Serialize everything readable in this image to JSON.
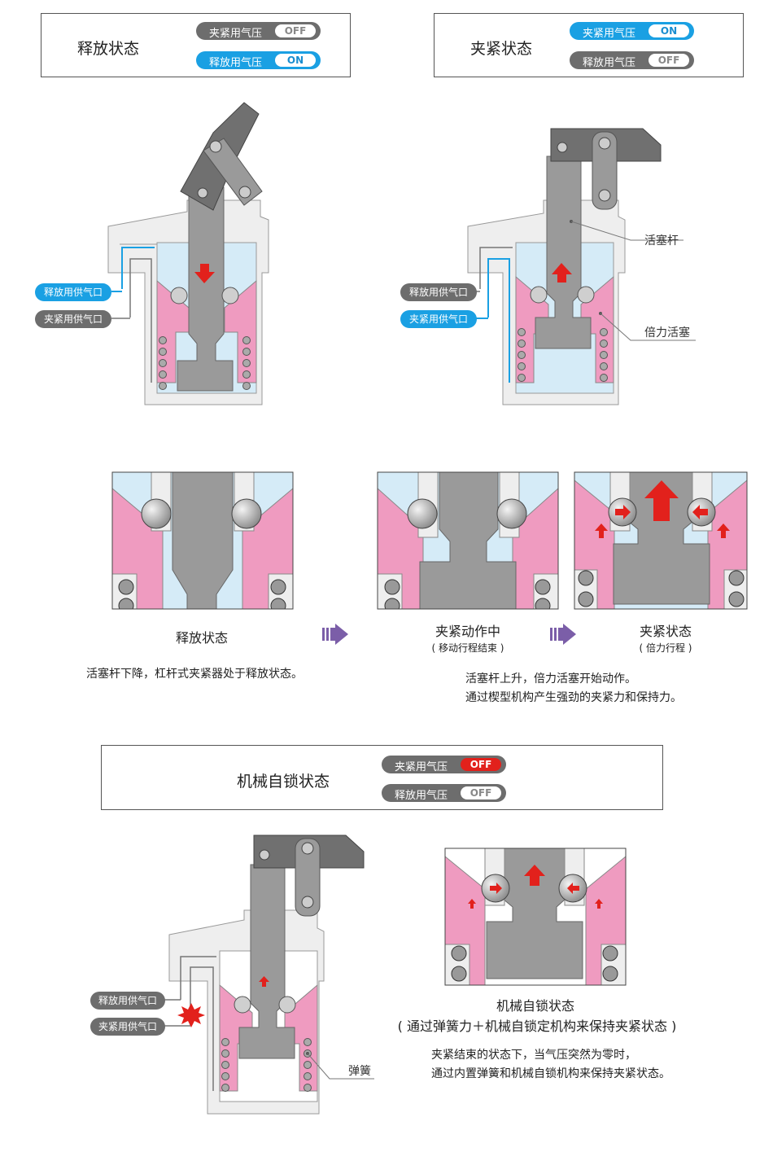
{
  "top_left_box": {
    "title": "释放状态",
    "pills": [
      {
        "label": "夹紧用气压",
        "value": "OFF",
        "style": "gray"
      },
      {
        "label": "释放用气压",
        "value": "ON",
        "style": "blue"
      }
    ]
  },
  "top_right_box": {
    "title": "夹紧状态",
    "pills": [
      {
        "label": "夹紧用气压",
        "value": "ON",
        "style": "blue"
      },
      {
        "label": "释放用气压",
        "value": "OFF",
        "style": "gray"
      }
    ]
  },
  "diagram_release": {
    "ports": [
      {
        "label": "释放用供气口",
        "style": "blue"
      },
      {
        "label": "夹紧用供气口",
        "style": "gray"
      }
    ]
  },
  "diagram_clamp": {
    "ports": [
      {
        "label": "释放用供气口",
        "style": "gray"
      },
      {
        "label": "夹紧用供气口",
        "style": "blue"
      }
    ],
    "callouts": [
      "活塞杆",
      "倍力活塞"
    ]
  },
  "details": [
    {
      "title": "释放状态",
      "subtitle": ""
    },
    {
      "title": "夹紧动作中",
      "subtitle": "( 移动行程结束 )"
    },
    {
      "title": "夹紧状态",
      "subtitle": "( 倍力行程 )"
    }
  ],
  "desc_release": "活塞杆下降，杠杆式夹紧器处于释放状态。",
  "desc_clamp": [
    "活塞杆上升，倍力活塞开始动作。",
    "通过楔型机构产生强劲的夹紧力和保持力。"
  ],
  "lock_box": {
    "title": "机械自锁状态",
    "pills": [
      {
        "label": "夹紧用气压",
        "value": "OFF",
        "style": "red"
      },
      {
        "label": "释放用气压",
        "value": "OFF",
        "style": "gray"
      }
    ]
  },
  "diagram_lock": {
    "ports": [
      {
        "label": "释放用供气口",
        "style": "gray"
      },
      {
        "label": "夹紧用供气口",
        "style": "gray"
      }
    ],
    "callouts": [
      "弹簧"
    ]
  },
  "lock_caption": {
    "title": "机械自锁状态",
    "subtitle": "( 通过弹簧力＋机械自锁定机构来保持夹紧状态 )"
  },
  "desc_lock": [
    "夹紧结束的状态下，当气压突然为零时，",
    "通过内置弹簧和机械自锁机构来保持夹紧状态。"
  ],
  "colors": {
    "pink": "#ef9bc0",
    "light_blue": "#d5ebf7",
    "steel": "#9a9a9a",
    "dark_steel": "#707070",
    "accent_blue": "#1aa0e3",
    "red": "#e2211c",
    "arrow_purple": "#7b5ea8"
  }
}
